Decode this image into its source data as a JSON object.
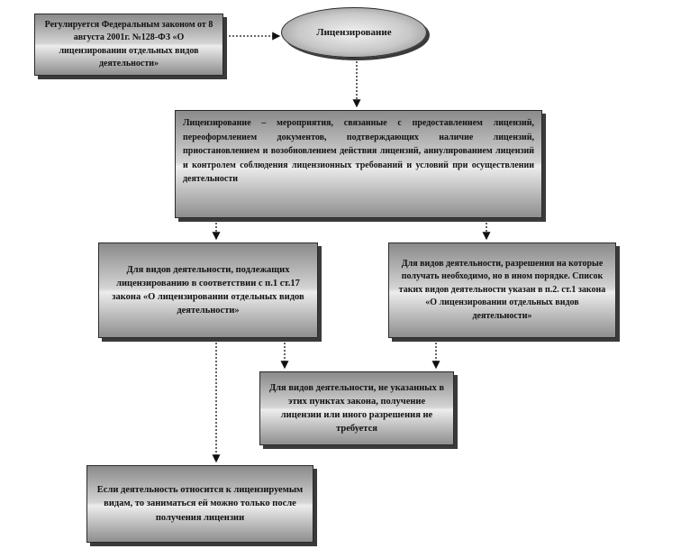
{
  "nodes": {
    "regulation": "Регулируется Федеральным законом от 8 августа 2001г. №128-ФЗ «О лицензировании отдельных видов деятельности»",
    "licensing": "Лицензирование",
    "definition": "Лицензирование – мероприятия, связанные с предоставлением лицензий, переоформлением документов, подтверждающих наличие лицензий, приостановлением и возобновлением действия лицензий, аннулированием лицензий и контролем соблюдения лицензионных требований и условий при осуществлении деятельности",
    "left_branch": "Для видов деятельности, подлежащих лицензированию в соответствии с п.1 ст.17 закона «О лицензировании отдельных видов деятельности»",
    "right_branch": "Для видов деятельности, разрешения на которые получать необходимо, но в ином порядке. Список таких видов деятельности указан в п.2. ст.1 закона «О лицензировании отдельных видов деятельности»",
    "not_required": "Для видов деятельности, не указанных в этих пунктах закона, получение лицензии или иного разрешения не требуется",
    "after_license": "Если деятельность относится к лицензируемым видам, то заниматься ей можно только после получения лицензии"
  }
}
